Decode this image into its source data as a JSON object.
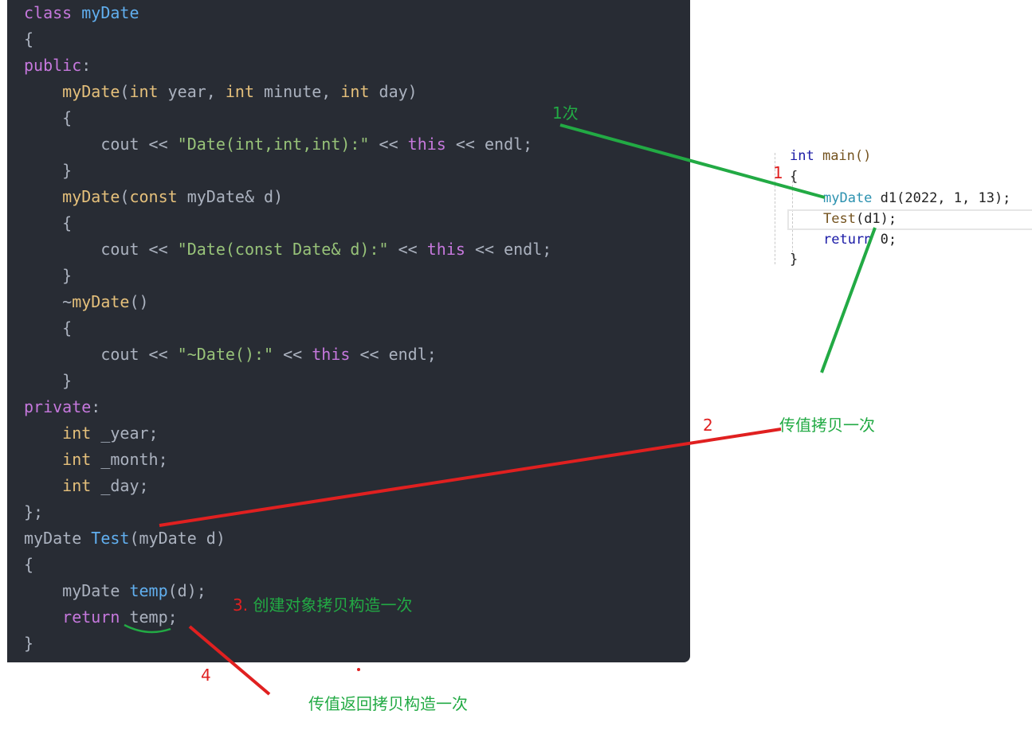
{
  "code": {
    "line1": {
      "kw": "class",
      "name": "myDate"
    },
    "line2": {
      "text": "{"
    },
    "line3": {
      "kw": "public",
      "rest": ":"
    },
    "line4": {
      "fn": "myDate",
      "p1": "(",
      "t1": "int",
      "a1": " year, ",
      "t2": "int",
      "a2": " minute, ",
      "t3": "int",
      "a3": " day)"
    },
    "line5": {
      "text": "    {"
    },
    "line6": {
      "pre": "        cout << ",
      "str": "\"Date(int,int,int):\"",
      "mid": " << ",
      "kw": "this",
      "post": " << endl;"
    },
    "line7": {
      "text": "    }"
    },
    "line8": {
      "fn": "myDate",
      "p1": "(",
      "t1": "const",
      "rest": " myDate& d)"
    },
    "line9": {
      "text": "    {"
    },
    "line10": {
      "pre": "        cout << ",
      "str": "\"Date(const Date& d):\"",
      "mid": " << ",
      "kw": "this",
      "post": " << endl;"
    },
    "line11": {
      "text": "    }"
    },
    "line12": {
      "tilde": "    ~",
      "fn": "myDate",
      "rest": "()"
    },
    "line13": {
      "text": "    {"
    },
    "line14": {
      "pre": "        cout << ",
      "str": "\"~Date():\"",
      "mid": " << ",
      "kw": "this",
      "post": " << endl;"
    },
    "line15": {
      "text": "    }"
    },
    "line16": {
      "kw": "private",
      "rest": ":"
    },
    "line17": {
      "ty": "int",
      "rest": " _year;"
    },
    "line18": {
      "ty": "int",
      "rest": " _month;"
    },
    "line19": {
      "ty": "int",
      "rest": " _day;"
    },
    "line20": {
      "text": "};"
    },
    "line21": {
      "ret": "myDate ",
      "fn": "Test",
      "rest": "(myDate d)"
    },
    "line22": {
      "text": "{"
    },
    "line23": {
      "pre": "    myDate ",
      "fn": "temp",
      "rest": "(d);"
    },
    "line24": {
      "kw": "return",
      "rest": " temp;"
    },
    "line25": {
      "text": "}"
    }
  },
  "ide": {
    "line1": {
      "kw": "int",
      "rest": " main()"
    },
    "line2": {
      "text": "{"
    },
    "line3": {
      "cls": "myDate",
      "rest": " d1(2022, 1, 13);"
    },
    "line4": {
      "fn": "Test",
      "rest": "(d1);"
    },
    "line5": {
      "kw": "return",
      "rest": " 0;"
    },
    "line6": {
      "text": "}"
    }
  },
  "annotations": {
    "once": "1次",
    "n1": "1",
    "n2": "2",
    "pass_by_value_copy": "传值拷贝一次",
    "n3": "3.",
    "create_copy": "创建对象拷贝构造一次",
    "n4": "4",
    "return_copy": "传值返回拷贝构造一次"
  },
  "colors": {
    "green": "#22aa44",
    "red": "#e02020",
    "code_bg": "#282c34"
  }
}
